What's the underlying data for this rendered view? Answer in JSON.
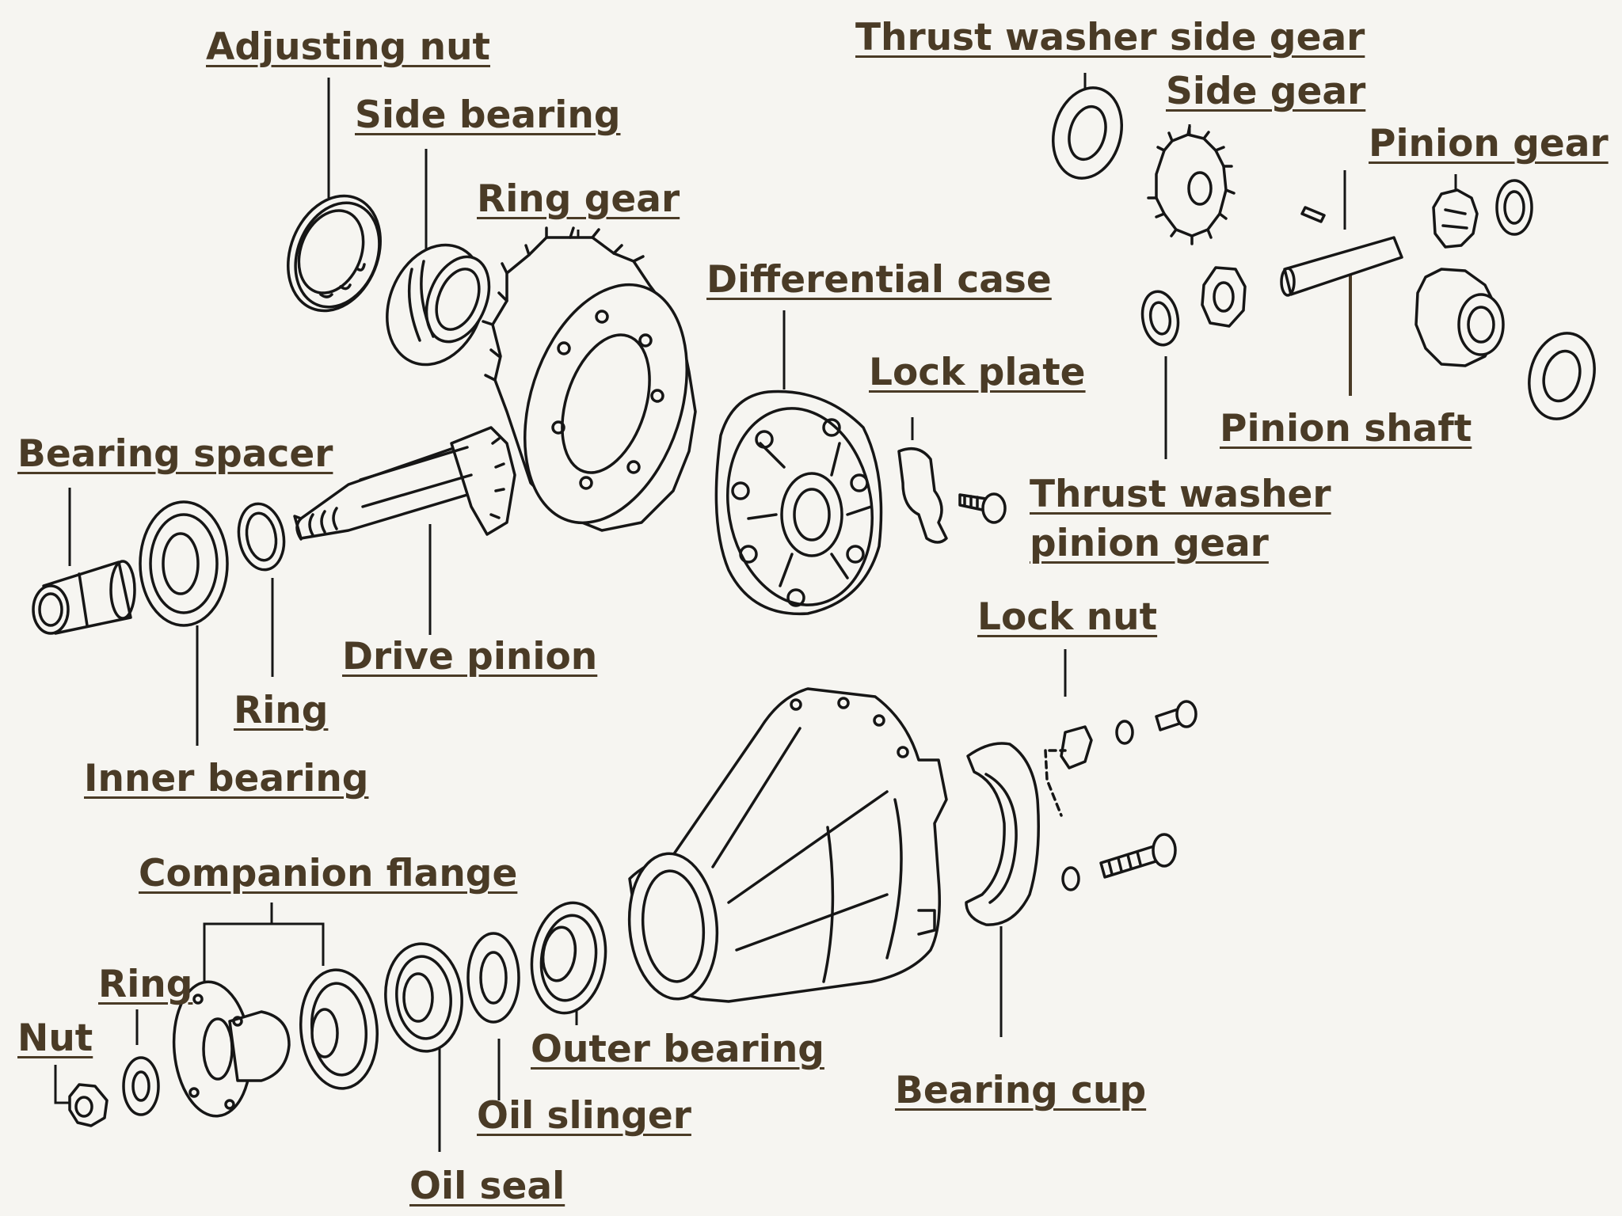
{
  "labels": {
    "adjusting_nut": "Adjusting nut",
    "side_bearing": "Side bearing",
    "ring_gear": "Ring gear",
    "differential_case": "Differential case",
    "lock_plate": "Lock plate",
    "bearing_spacer": "Bearing spacer",
    "drive_pinion": "Drive pinion",
    "ring_upper": "Ring",
    "inner_bearing": "Inner bearing",
    "thrust_washer_side_gear": "Thrust washer side gear",
    "side_gear": "Side gear",
    "pinion_gear": "Pinion gear",
    "pinion_shaft": "Pinion shaft",
    "thrust_washer_pinion_gear_line1": "Thrust washer",
    "thrust_washer_pinion_gear_line2": "pinion gear",
    "lock_nut": "Lock nut",
    "companion_flange": "Companion flange",
    "ring_lower": "Ring",
    "nut": "Nut",
    "outer_bearing": "Outer bearing",
    "oil_slinger": "Oil slinger",
    "oil_seal": "Oil seal",
    "bearing_cup": "Bearing cup"
  },
  "colors": {
    "label_text": "#4a3b26",
    "line_art": "#161616",
    "background": "#f6f5f1"
  }
}
